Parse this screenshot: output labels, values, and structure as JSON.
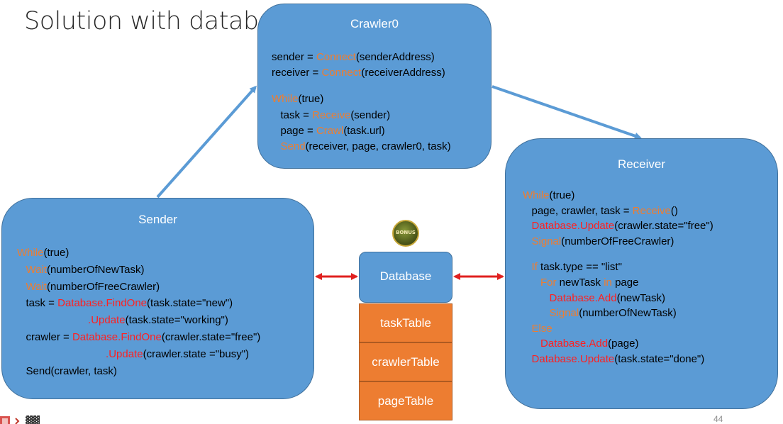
{
  "slide": {
    "title": "Solution with database",
    "page_number": "44"
  },
  "crawler": {
    "title": "Crawler0",
    "lines": [
      [
        {
          "t": "sender = ",
          "c": ""
        },
        {
          "t": "Connect",
          "c": "or"
        },
        {
          "t": "(senderAddress)",
          "c": ""
        }
      ],
      [
        {
          "t": "receiver = ",
          "c": ""
        },
        {
          "t": "Connect",
          "c": "or"
        },
        {
          "t": "(receiverAddress)",
          "c": ""
        }
      ],
      [
        {
          "t": "",
          "c": ""
        }
      ],
      [
        {
          "t": "While",
          "c": "or"
        },
        {
          "t": "(true)",
          "c": ""
        }
      ],
      [
        {
          "t": "   task = ",
          "c": ""
        },
        {
          "t": "Receive",
          "c": "or"
        },
        {
          "t": "(sender)",
          "c": ""
        }
      ],
      [
        {
          "t": "   page = ",
          "c": ""
        },
        {
          "t": "Crawl",
          "c": "or"
        },
        {
          "t": "(task.url)",
          "c": ""
        }
      ],
      [
        {
          "t": "   ",
          "c": ""
        },
        {
          "t": "Send",
          "c": "or"
        },
        {
          "t": "(receiver, page, crawler0, task)",
          "c": ""
        }
      ]
    ]
  },
  "sender": {
    "title": "Sender",
    "lines": [
      [
        {
          "t": "While",
          "c": "or"
        },
        {
          "t": "(true)",
          "c": ""
        }
      ],
      [
        {
          "t": "   ",
          "c": ""
        },
        {
          "t": "Wait",
          "c": "or"
        },
        {
          "t": "(numberOfNewTask)",
          "c": ""
        }
      ],
      [
        {
          "t": "   ",
          "c": ""
        },
        {
          "t": "Wait",
          "c": "or"
        },
        {
          "t": "(numberOfFreeCrawler)",
          "c": ""
        }
      ],
      [
        {
          "t": "   task = ",
          "c": ""
        },
        {
          "t": "Database.FindOne",
          "c": "rd"
        },
        {
          "t": "(task.state=\"new\")",
          "c": ""
        }
      ],
      [
        {
          "t": "                        ",
          "c": ""
        },
        {
          "t": ".Update",
          "c": "rd"
        },
        {
          "t": "(task.state=\"working\")",
          "c": ""
        }
      ],
      [
        {
          "t": "   crawler = ",
          "c": ""
        },
        {
          "t": "Database.FindOne",
          "c": "rd"
        },
        {
          "t": "(crawler.state=\"free\")",
          "c": ""
        }
      ],
      [
        {
          "t": "                              ",
          "c": ""
        },
        {
          "t": ".Update",
          "c": "rd"
        },
        {
          "t": "(crawler.state =\"busy\")",
          "c": ""
        }
      ],
      [
        {
          "t": "   Send(crawler, task)",
          "c": ""
        }
      ]
    ]
  },
  "receiver": {
    "title": "Receiver",
    "lines": [
      [
        {
          "t": "While",
          "c": "or"
        },
        {
          "t": "(true)",
          "c": ""
        }
      ],
      [
        {
          "t": "   page, crawler, task = ",
          "c": ""
        },
        {
          "t": "Receive",
          "c": "or"
        },
        {
          "t": "()",
          "c": ""
        }
      ],
      [
        {
          "t": "   ",
          "c": ""
        },
        {
          "t": "Database.Update",
          "c": "rd"
        },
        {
          "t": "(crawler.state=\"free\")",
          "c": ""
        }
      ],
      [
        {
          "t": "   ",
          "c": ""
        },
        {
          "t": "Signal",
          "c": "or"
        },
        {
          "t": "(numberOfFreeCrawler)",
          "c": ""
        }
      ],
      [
        {
          "t": "",
          "c": ""
        }
      ],
      [
        {
          "t": "   ",
          "c": ""
        },
        {
          "t": "If",
          "c": "or"
        },
        {
          "t": " task.type == \"list\"",
          "c": ""
        }
      ],
      [
        {
          "t": "      ",
          "c": ""
        },
        {
          "t": "For",
          "c": "or"
        },
        {
          "t": " newTask ",
          "c": ""
        },
        {
          "t": "in",
          "c": "or"
        },
        {
          "t": " page",
          "c": ""
        }
      ],
      [
        {
          "t": "         ",
          "c": ""
        },
        {
          "t": "Database.Add",
          "c": "rd"
        },
        {
          "t": "(newTask)",
          "c": ""
        }
      ],
      [
        {
          "t": "         ",
          "c": ""
        },
        {
          "t": "Signal",
          "c": "or"
        },
        {
          "t": "(numberOfNewTask)",
          "c": ""
        }
      ],
      [
        {
          "t": "   ",
          "c": ""
        },
        {
          "t": "Else",
          "c": "or"
        }
      ],
      [
        {
          "t": "      ",
          "c": ""
        },
        {
          "t": "Database.Add",
          "c": "rd"
        },
        {
          "t": "(page)",
          "c": ""
        }
      ],
      [
        {
          "t": "   ",
          "c": ""
        },
        {
          "t": "Database.Update",
          "c": "rd"
        },
        {
          "t": "(task.state=\"done\")",
          "c": ""
        }
      ]
    ]
  },
  "database": {
    "label": "Database",
    "tables": [
      "taskTable",
      "crawlerTable",
      "pageTable"
    ]
  },
  "badge": {
    "text": "BONUS"
  },
  "colors": {
    "box_fill": "#5b9bd5",
    "table_fill": "#ed7d31",
    "keyword_orange": "#ed7d31",
    "keyword_red": "#ff2020",
    "arrow_red": "#e0201f",
    "arrow_blue": "#5b9bd5"
  }
}
